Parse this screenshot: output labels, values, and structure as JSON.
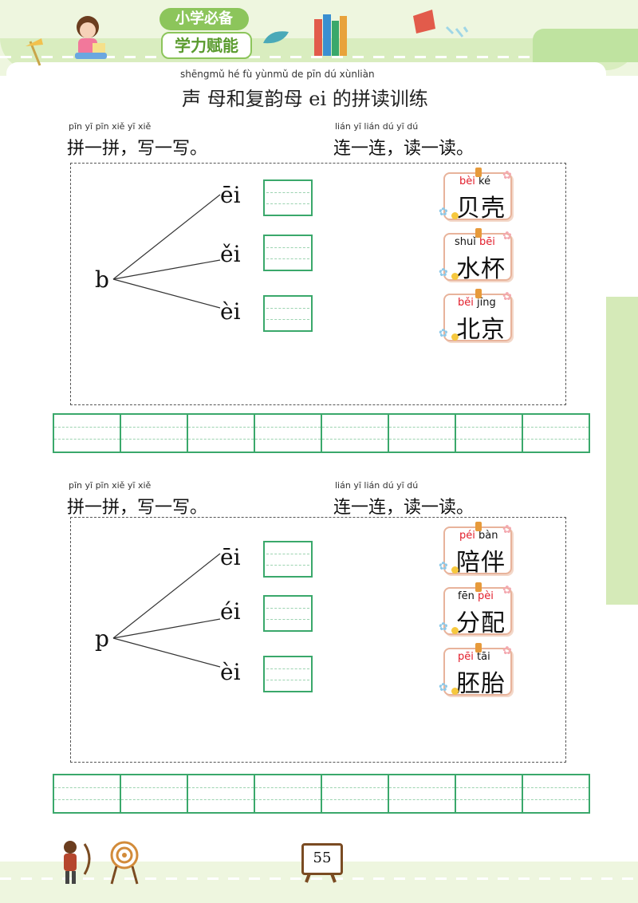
{
  "header": {
    "badge_top": "小学必备",
    "badge_bottom": "学力赋能",
    "title_pinyin": "shēngmǔ hé fù yùnmǔ   de pīn dú xùnliàn",
    "title": "声 母和复韵母 ei 的拼读训练"
  },
  "sections": [
    {
      "left_pinyin": "pīn yī pīn   xiě yī xiě",
      "left_heading": "拼一拼，写一写。",
      "right_pinyin": "lián yī lián   dú yī dú",
      "right_heading": "连一连，读一读。",
      "initial": "b",
      "syllables": [
        "ēi",
        "ěi",
        "èi"
      ],
      "cards": [
        {
          "py": [
            {
              "t": "bèi",
              "c": "red"
            },
            {
              "t": " ké",
              "c": "blk"
            }
          ],
          "word": "贝壳"
        },
        {
          "py": [
            {
              "t": "shuǐ ",
              "c": "blk"
            },
            {
              "t": "bēi",
              "c": "red"
            }
          ],
          "word": "水杯"
        },
        {
          "py": [
            {
              "t": "běi",
              "c": "red"
            },
            {
              "t": " jīng",
              "c": "blk"
            }
          ],
          "word": "北京"
        }
      ]
    },
    {
      "left_pinyin": "pīn yī pīn   xiě yī xiě",
      "left_heading": "拼一拼，写一写。",
      "right_pinyin": "lián yī lián   dú yī dú",
      "right_heading": "连一连，读一读。",
      "initial": "p",
      "syllables": [
        "ēi",
        "éi",
        "èi"
      ],
      "cards": [
        {
          "py": [
            {
              "t": "péi",
              "c": "red"
            },
            {
              "t": " bàn",
              "c": "blk"
            }
          ],
          "word": "陪伴"
        },
        {
          "py": [
            {
              "t": "fēn ",
              "c": "blk"
            },
            {
              "t": "pèi",
              "c": "red"
            }
          ],
          "word": "分配"
        },
        {
          "py": [
            {
              "t": "pēi",
              "c": "red"
            },
            {
              "t": " tāi",
              "c": "blk"
            }
          ],
          "word": "胚胎"
        }
      ]
    }
  ],
  "page_number": "55",
  "colors": {
    "grid_green": "#3aa86b",
    "pinyin_red": "#e21d2a",
    "header_green": "#8cc55b"
  }
}
